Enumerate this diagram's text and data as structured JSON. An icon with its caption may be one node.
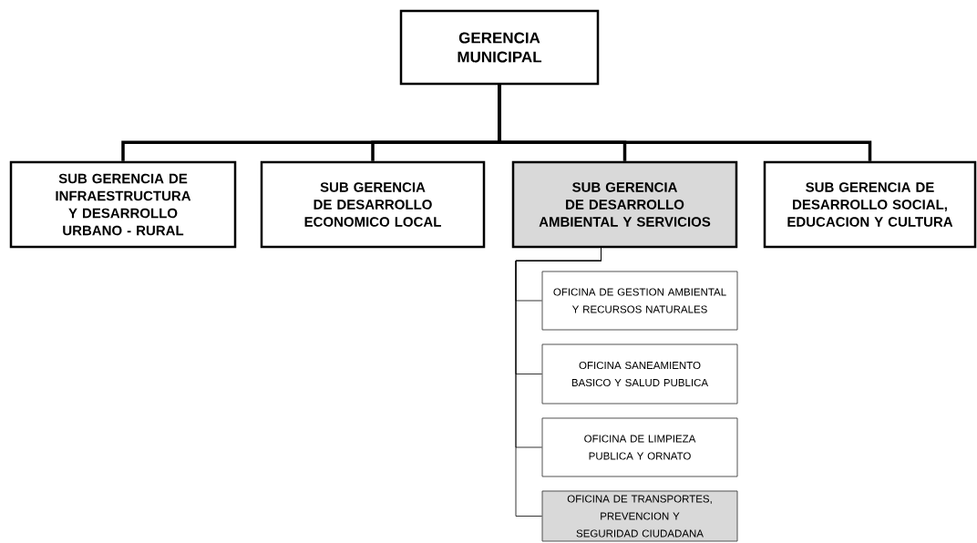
{
  "diagram": {
    "nodes": [
      {
        "text": [
          "GERENCIA MUNICIPAL"
        ]
      },
      {
        "text": [
          "SUB GERENCIA DE INFRAESTRUCTURA Y DESARROLLO URBANO - RURAL"
        ]
      },
      {
        "text": [
          "SUB GERENCIA DE DESARROLLO ECONOMICO LOCAL"
        ]
      },
      {
        "text": [
          "SUB GERENCIA DE DESARROLLO AMBIENTAL Y SERVICIOS"
        ]
      },
      {
        "text": [
          "SUB GERENCIA DE DESARROLLO SOCIAL, EDUCACION Y CULTURA"
        ]
      },
      {
        "text": [
          "OFICINA DE GESTION AMBIENTAL Y RECURSOS NATURALES"
        ]
      },
      {
        "text": [
          "OFICINA SANEAMIENTO BASICO Y SALUD PUBLICA"
        ]
      },
      {
        "text": [
          "OFICINA DE LIMPIEZA PUBLICA Y ORNATO"
        ]
      },
      {
        "text": [
          "OFICINA DE TRANSPORTES, PREVENCION Y SEGURIDAD CIUDADANA"
        ]
      }
    ],
    "edges": [
      {
        "from": 0,
        "to": 1,
        "arrow": "none",
        "style": "thick"
      },
      {
        "from": 0,
        "to": 2,
        "arrow": "none",
        "style": "thick"
      },
      {
        "from": 0,
        "to": 3,
        "arrow": "none",
        "style": "thick"
      },
      {
        "from": 0,
        "to": 4,
        "arrow": "none",
        "style": "thick"
      },
      {
        "from": 3,
        "to": 5,
        "arrow": "none"
      },
      {
        "from": 3,
        "to": 6,
        "arrow": "none"
      },
      {
        "from": 3,
        "to": 7,
        "arrow": "none"
      },
      {
        "from": 3,
        "to": 8,
        "arrow": "none"
      }
    ]
  }
}
